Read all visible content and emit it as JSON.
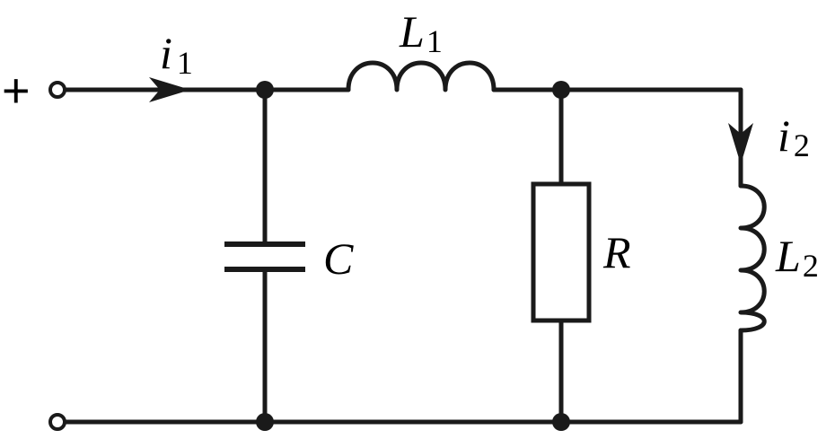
{
  "terminal": {
    "plus_sign": "+"
  },
  "labels": {
    "i1": {
      "main": "i",
      "sub": "1"
    },
    "L1": {
      "main": "L",
      "sub": "1"
    },
    "C": {
      "main": "C"
    },
    "R": {
      "main": "R"
    },
    "i2": {
      "main": "i",
      "sub": "2"
    },
    "L2": {
      "main": "L",
      "sub": "2"
    }
  },
  "colors": {
    "ink": "#1a1a1a",
    "background": "#ffffff"
  }
}
